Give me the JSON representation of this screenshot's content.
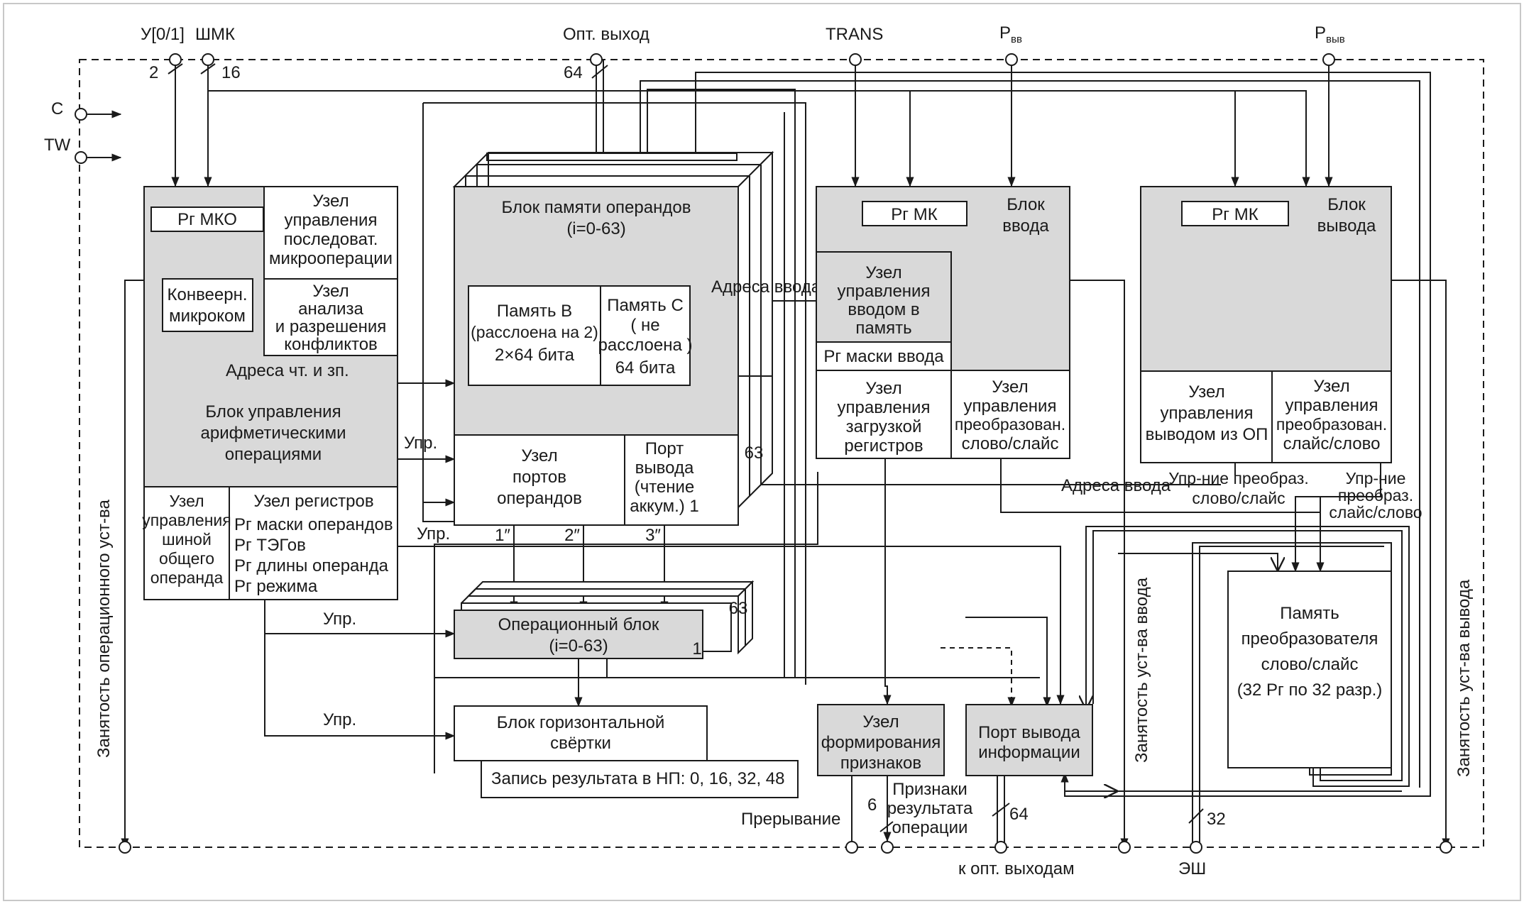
{
  "header_signals": {
    "y01": "У[0/1]",
    "shmk": "ШМК",
    "bits_2": "2",
    "bits_16": "16",
    "opt_out": "Опт. выход",
    "bits_64_top": "64",
    "trans": "TRANS",
    "p_in": "P",
    "p_in_sub": "вв",
    "p_out": "P",
    "p_out_sub": "выв"
  },
  "left_signals": {
    "c": "C",
    "tw": "TW"
  },
  "control_block": {
    "rg_mko": "Рг МКО",
    "conveyor": [
      "Конвеерн.",
      "микроком"
    ],
    "seq_node": [
      "Узел",
      "управления",
      "последоват.",
      "микрооперации"
    ],
    "conflict_node": [
      "Узел",
      "анализа",
      "и разрешения",
      "конфликтов"
    ],
    "addr_rw": "Адреса чт. и зп.",
    "title": [
      "Блок управления",
      "арифметическими",
      "операциями"
    ],
    "bus_node": [
      "Узел",
      "управления",
      "шиной",
      "общего",
      "операнда"
    ],
    "regs_node": [
      "Узел регистров",
      "Рг маски операндов",
      "Рг ТЭГов",
      "Рг длины операнда",
      "Рг режима"
    ]
  },
  "memory_block": {
    "title": [
      "Блок памяти операндов",
      "(i=0-63)"
    ],
    "mem_b": [
      "Память В",
      "(расслоена на 2)",
      "2×64 бита"
    ],
    "mem_c": [
      "Память С",
      "( не",
      "расслоена )",
      "64 бита"
    ],
    "ports": [
      "Узел",
      "портов",
      "операндов"
    ],
    "out_port": [
      "Порт",
      "вывода",
      "(чтение",
      "аккум.) 1"
    ],
    "idx_3": "3",
    "idx_63": "63",
    "in_addr": "Адреса ввода"
  },
  "op_block": {
    "title": [
      "Операционный блок",
      "(i=0-63)"
    ],
    "idx_63": "63",
    "idx_1": "1",
    "p1": "1″",
    "p2": "2″",
    "p3": "3″"
  },
  "ctrl_labels": {
    "upr": "Упр."
  },
  "hconv": {
    "title": [
      "Блок горизонтальной",
      "свёртки"
    ],
    "result": "Запись результата в НП: 0, 16, 32, 48"
  },
  "input_block": {
    "rg": "Рг МК",
    "title": [
      "Блок",
      "ввода"
    ],
    "mem_ctrl": [
      "Узел",
      "управления",
      "вводом в",
      "память"
    ],
    "mask": "Рг маски ввода",
    "load_ctrl": [
      "Узел",
      "управления",
      "загрузкой",
      "регистров"
    ],
    "conv_ctrl": [
      "Узел",
      "управления",
      "преобразован.",
      "слово/слайс"
    ],
    "addr": "Адреса ввода"
  },
  "output_block": {
    "rg": "Рг МК",
    "title": [
      "Блок",
      "вывода"
    ],
    "out_ctrl": [
      "Узел",
      "управления",
      "выводом из ОП"
    ],
    "conv_ctrl": [
      "Узел",
      "управления",
      "преобразован.",
      "слайс/слово"
    ],
    "lbl_ws": [
      "Упр-ние преобраз.",
      "слово/слайс"
    ],
    "lbl_sw": [
      "Упр-ние",
      "преобраз.",
      "слайс/слово"
    ]
  },
  "conv_memory": [
    "Память",
    "преобразователя",
    "слово/слайс",
    "(32 Рг по 32 разр.)"
  ],
  "flags_node": [
    "Узел",
    "формирования",
    "признаков"
  ],
  "info_port": [
    "Порт вывода",
    "информации"
  ],
  "bottom": {
    "interrupt": "Прерывание",
    "six": "6",
    "flags": [
      "Признаки",
      "результата",
      "операции"
    ],
    "bits_64": "64",
    "to_opt": "к опт. выходам",
    "esh": "ЭШ",
    "bits_32": "32"
  },
  "vertical_labels": {
    "busy_op": "Занятость операционного уст-ва",
    "busy_in": "Занятость уст-ва ввода",
    "busy_out": "Занятость уст-ва вывода"
  }
}
